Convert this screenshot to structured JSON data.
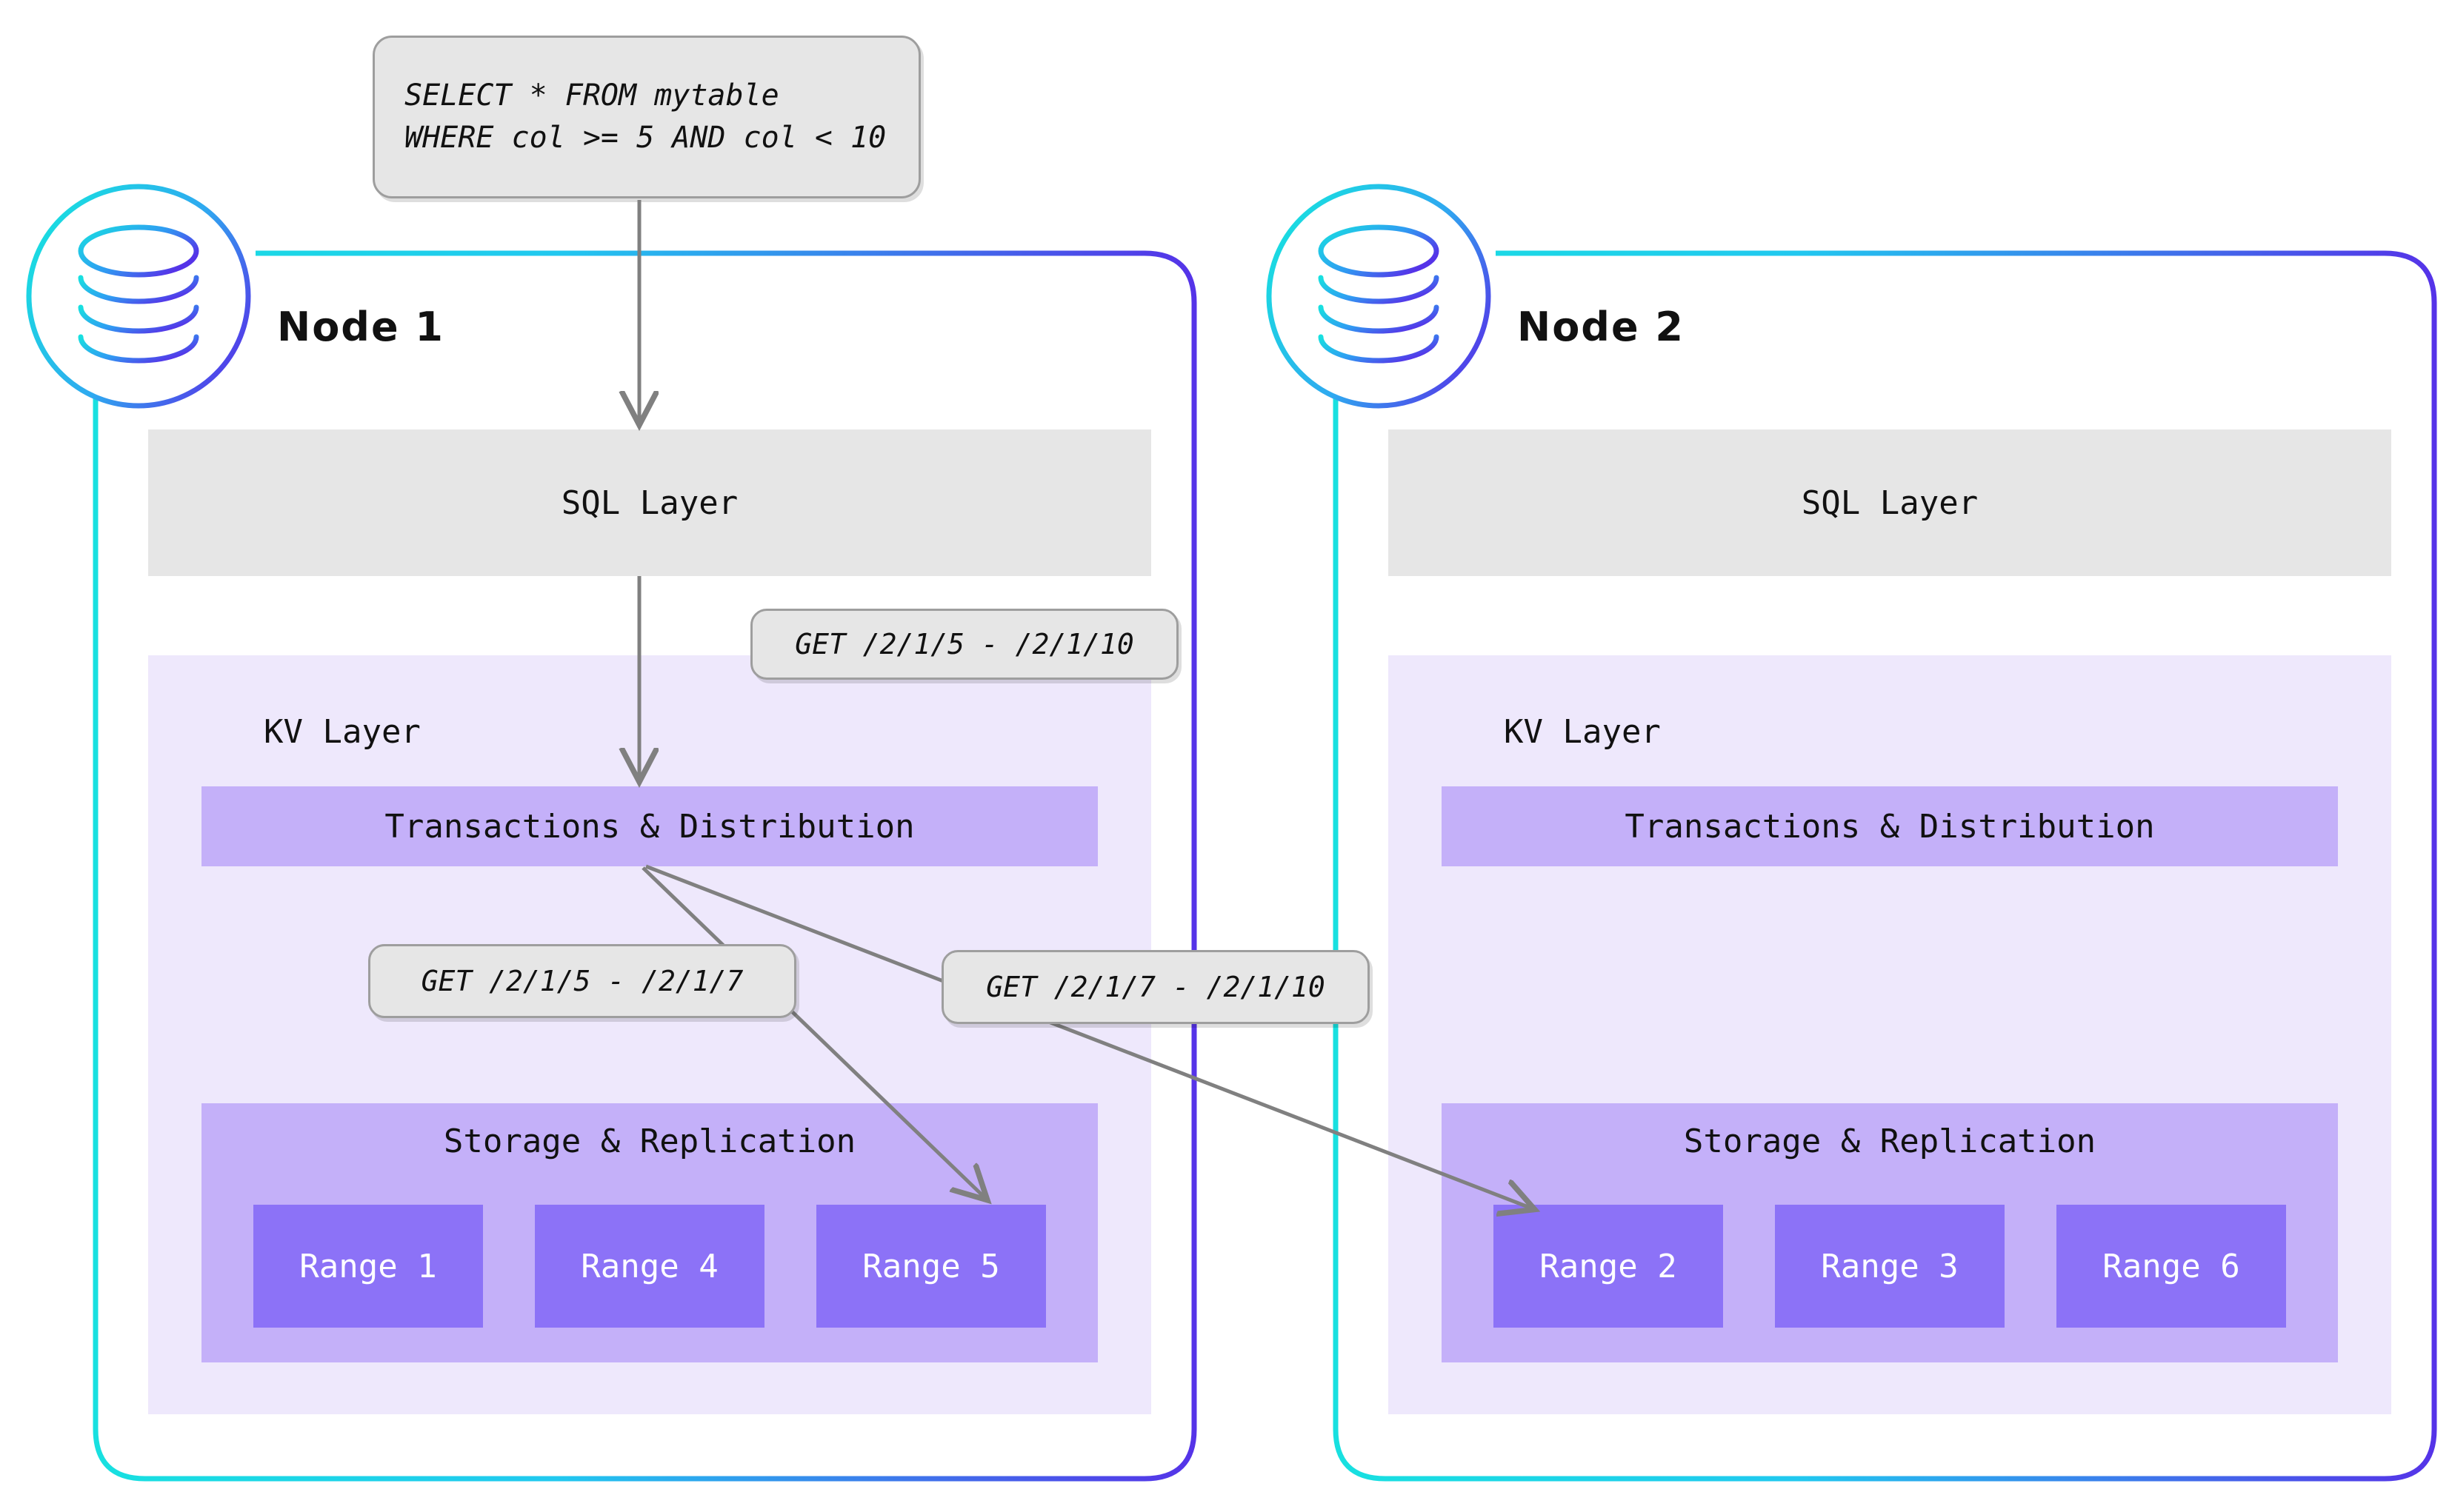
{
  "title": "CockroachDB distributed SQL query flow across two nodes",
  "colors": {
    "gradient_start": "#18e0e0",
    "gradient_end": "#5533e8",
    "sql_layer_bg": "#e6e6e6",
    "kv_layer_bg": "#eee8fc",
    "component_bar_bg": "#c4b0f9",
    "range_box_bg": "#8c72f7",
    "range_label": "#ffffff",
    "callout_bg": "#e6e6e6",
    "callout_border": "#9e9e9e",
    "arrow": "#808080",
    "text": "#111111"
  },
  "query_callout": {
    "name": "sql-query",
    "lines": [
      "SELECT * FROM mytable",
      "WHERE col >= 5 AND col < 10"
    ]
  },
  "callouts": {
    "full_range": "GET /2/1/5 - /2/1/10",
    "left_range": "GET /2/1/5 - /2/1/7",
    "right_range": "GET /2/1/7 - /2/1/10"
  },
  "nodes": [
    {
      "id": "node1",
      "title": "Node 1",
      "icon": "database-cylinder-icon",
      "sql_layer": "SQL Layer",
      "kv_layer": "KV Layer",
      "transactions": "Transactions & Distribution",
      "storage": "Storage & Replication",
      "ranges": [
        "Range 1",
        "Range 4",
        "Range 5"
      ]
    },
    {
      "id": "node2",
      "title": "Node 2",
      "icon": "database-cylinder-icon",
      "sql_layer": "SQL Layer",
      "kv_layer": "KV Layer",
      "transactions": "Transactions & Distribution",
      "storage": "Storage & Replication",
      "ranges": [
        "Range 2",
        "Range 3",
        "Range 6"
      ]
    }
  ],
  "flows": [
    {
      "from": "sql-query",
      "to": "node1-sql-layer",
      "label": ""
    },
    {
      "from": "node1-sql-layer",
      "to": "node1-transactions",
      "label": "GET /2/1/5 - /2/1/10"
    },
    {
      "from": "node1-transactions",
      "to": "node1-range-5",
      "label": "GET /2/1/5 - /2/1/7"
    },
    {
      "from": "node1-transactions",
      "to": "node2-range-2",
      "label": "GET /2/1/7 - /2/1/10"
    }
  ]
}
